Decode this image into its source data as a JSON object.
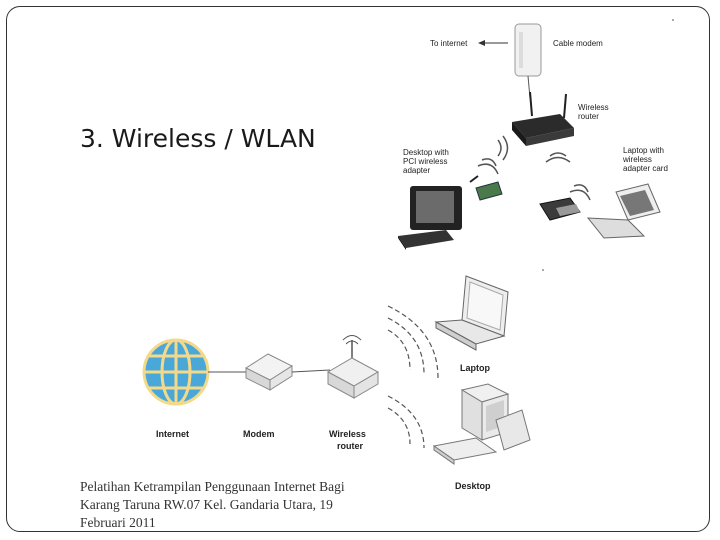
{
  "slide": {
    "title": "3. Wireless / WLAN",
    "footer": "Pelatihan Ketrampilan Penggunaan Internet Bagi Karang Taruna RW.07 Kel. Gandaria Utara, 19 Februari 2011"
  },
  "diagram_top": {
    "to_internet": "To internet",
    "cable_modem": "Cable modem",
    "wireless_router": [
      "Wireless",
      "router"
    ],
    "desktop_adapter": [
      "Desktop with",
      "PCI wireless",
      "adapter"
    ],
    "laptop_adapter": [
      "Laptop with",
      "wireless",
      "adapter card"
    ]
  },
  "diagram_bottom": {
    "internet": "Internet",
    "modem": "Modem",
    "wireless_router": [
      "Wireless",
      "router"
    ],
    "laptop": "Laptop",
    "desktop": "Desktop"
  },
  "colors": {
    "globe": "#4aa8d8",
    "globe_land": "#f5d98a"
  }
}
